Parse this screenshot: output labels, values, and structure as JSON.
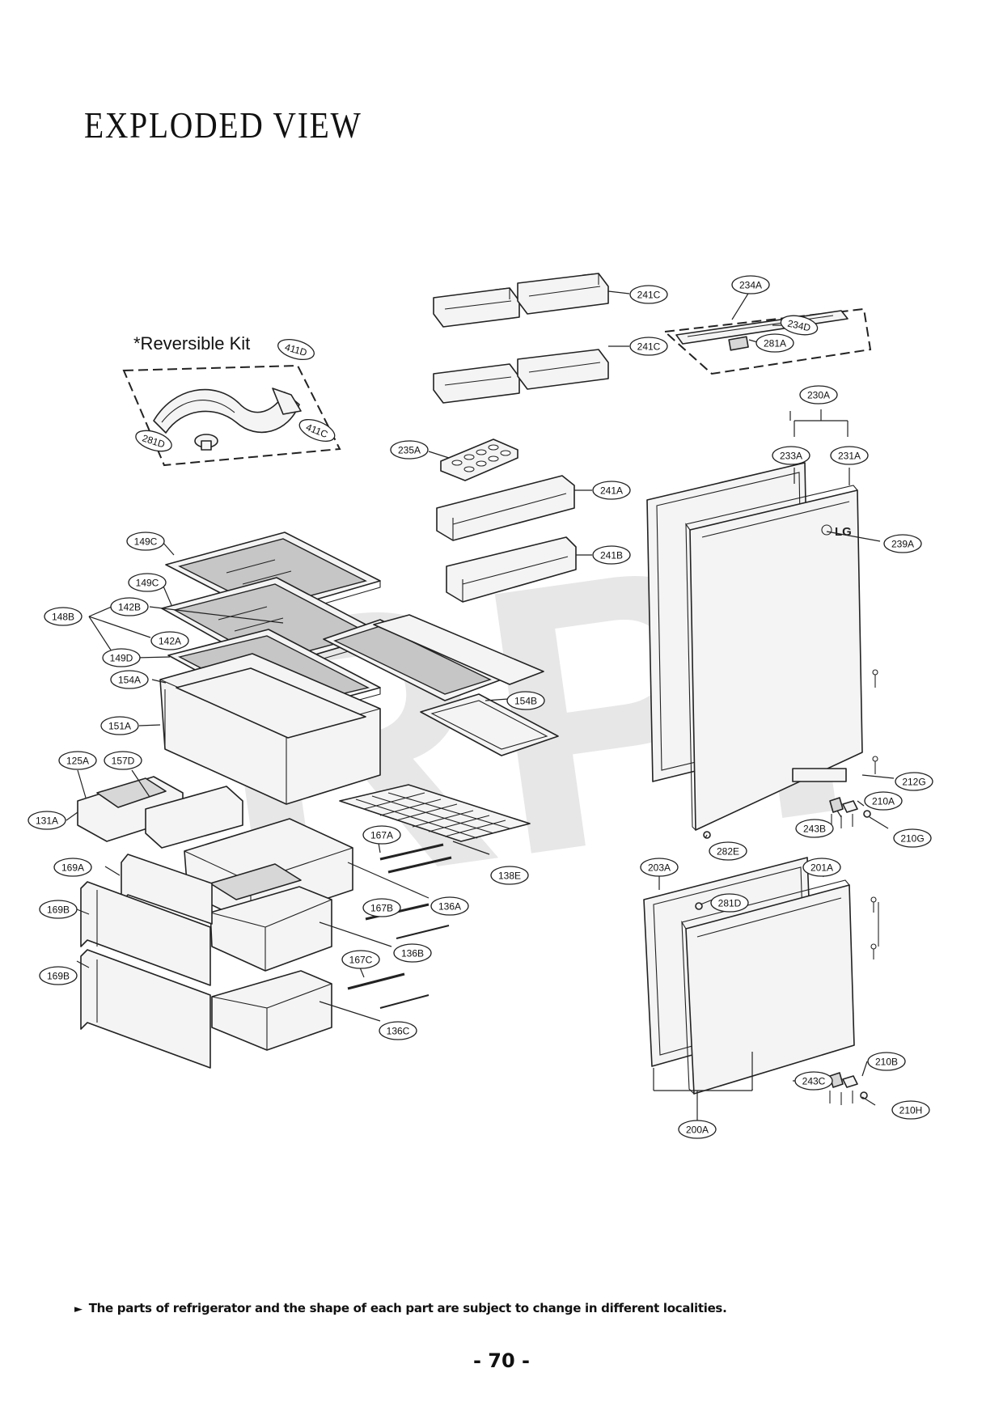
{
  "page": {
    "title": "EXPLODED VIEW",
    "note_marker": "►",
    "note": "The parts of refrigerator and the shape of each part are subject to change in different localities.",
    "page_number": "- 70 -",
    "watermark": "RPI",
    "reversible_kit_label": "*Reversible Kit"
  },
  "labels": [
    {
      "id": "241C",
      "text": "241C"
    },
    {
      "id": "241C-2",
      "text": "241C"
    },
    {
      "id": "234A",
      "text": "234A"
    },
    {
      "id": "234D",
      "text": "234D"
    },
    {
      "id": "281A",
      "text": "281A"
    },
    {
      "id": "411D",
      "text": "411D"
    },
    {
      "id": "411C",
      "text": "411C"
    },
    {
      "id": "281D",
      "text": "281D"
    },
    {
      "id": "230A",
      "text": "230A"
    },
    {
      "id": "235A",
      "text": "235A"
    },
    {
      "id": "233A",
      "text": "233A"
    },
    {
      "id": "231A",
      "text": "231A"
    },
    {
      "id": "241A",
      "text": "241A"
    },
    {
      "id": "239A",
      "text": "239A"
    },
    {
      "id": "149C",
      "text": "149C"
    },
    {
      "id": "241B",
      "text": "241B"
    },
    {
      "id": "149C-2",
      "text": "149C"
    },
    {
      "id": "142B",
      "text": "142B"
    },
    {
      "id": "148B",
      "text": "148B"
    },
    {
      "id": "142A",
      "text": "142A"
    },
    {
      "id": "149D",
      "text": "149D"
    },
    {
      "id": "154A",
      "text": "154A"
    },
    {
      "id": "154B",
      "text": "154B"
    },
    {
      "id": "151A",
      "text": "151A"
    },
    {
      "id": "125A",
      "text": "125A"
    },
    {
      "id": "157D",
      "text": "157D"
    },
    {
      "id": "212G",
      "text": "212G"
    },
    {
      "id": "210A",
      "text": "210A"
    },
    {
      "id": "131A",
      "text": "131A"
    },
    {
      "id": "243B",
      "text": "243B"
    },
    {
      "id": "210G",
      "text": "210G"
    },
    {
      "id": "282E",
      "text": "282E"
    },
    {
      "id": "167A",
      "text": "167A"
    },
    {
      "id": "203A",
      "text": "203A"
    },
    {
      "id": "201A",
      "text": "201A"
    },
    {
      "id": "169A",
      "text": "169A"
    },
    {
      "id": "138E",
      "text": "138E"
    },
    {
      "id": "136A",
      "text": "136A"
    },
    {
      "id": "281D-2",
      "text": "281D"
    },
    {
      "id": "167B",
      "text": "167B"
    },
    {
      "id": "169B",
      "text": "169B"
    },
    {
      "id": "136B",
      "text": "136B"
    },
    {
      "id": "167C",
      "text": "167C"
    },
    {
      "id": "169B-2",
      "text": "169B"
    },
    {
      "id": "136C",
      "text": "136C"
    },
    {
      "id": "210B",
      "text": "210B"
    },
    {
      "id": "243C",
      "text": "243C"
    },
    {
      "id": "210H",
      "text": "210H"
    },
    {
      "id": "200A",
      "text": "200A"
    }
  ],
  "logo_text": "LG"
}
